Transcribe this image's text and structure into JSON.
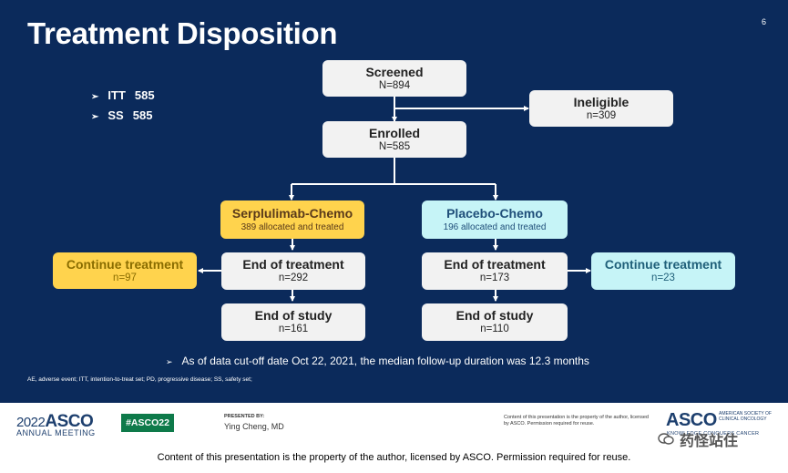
{
  "slide": {
    "title": "Treatment Disposition",
    "page_number": "6",
    "bullets": [
      {
        "label": "ITT",
        "value": "585"
      },
      {
        "label": "SS",
        "value": "585"
      }
    ],
    "flow": {
      "screened": {
        "label": "Screened",
        "value": "N=894"
      },
      "ineligible": {
        "label": "Ineligible",
        "value": "n=309"
      },
      "enrolled": {
        "label": "Enrolled",
        "value": "N=585"
      },
      "arm_a": {
        "label": "Serplulimab-Chemo",
        "value": "389 allocated and treated"
      },
      "arm_b": {
        "label": "Placebo-Chemo",
        "value": "196 allocated and treated"
      },
      "a_continue": {
        "label": "Continue treatment",
        "value": "n=97"
      },
      "a_end_treatment": {
        "label": "End of treatment",
        "value": "n=292"
      },
      "a_end_study": {
        "label": "End of study",
        "value": "n=161"
      },
      "b_end_treatment": {
        "label": "End of treatment",
        "value": "n=173"
      },
      "b_end_study": {
        "label": "End of study",
        "value": "n=110"
      },
      "b_continue": {
        "label": "Continue treatment",
        "value": "n=23"
      }
    },
    "note": "As of data cut-off date Oct 22, 2021, the median follow-up duration was 12.3 months",
    "footnote": "AE, adverse event; ITT, intention-to-treat set; PD, progressive disease; SS, safety set;"
  },
  "footer": {
    "meeting_year": "2022",
    "meeting_brand": "ASCO",
    "meeting_name": "ANNUAL MEETING",
    "hashtag": "#ASCO22",
    "presented_by_label": "PRESENTED BY:",
    "presenter": "Ying Cheng, MD",
    "rights_notice": "Content of this presentation is the property of the author, licensed by ASCO. Permission required for reuse.",
    "society_logo": "ASCO",
    "society_name": "AMERICAN SOCIETY OF CLINICAL ONCOLOGY",
    "society_tagline": "KNOWLEDGE CONQUERS CANCER",
    "watermark": "药怪站住"
  },
  "copyright": "Content of this presentation is the property of the author, licensed by ASCO. Permission required for reuse.",
  "colors": {
    "slide_background": "#0b2a5b",
    "box_gray": "#f2f2f2",
    "box_yellow": "#ffd34d",
    "box_cyan": "#c6f4f7",
    "hashtag_green": "#0e7a4a",
    "asco_navy": "#1d3f6e"
  }
}
